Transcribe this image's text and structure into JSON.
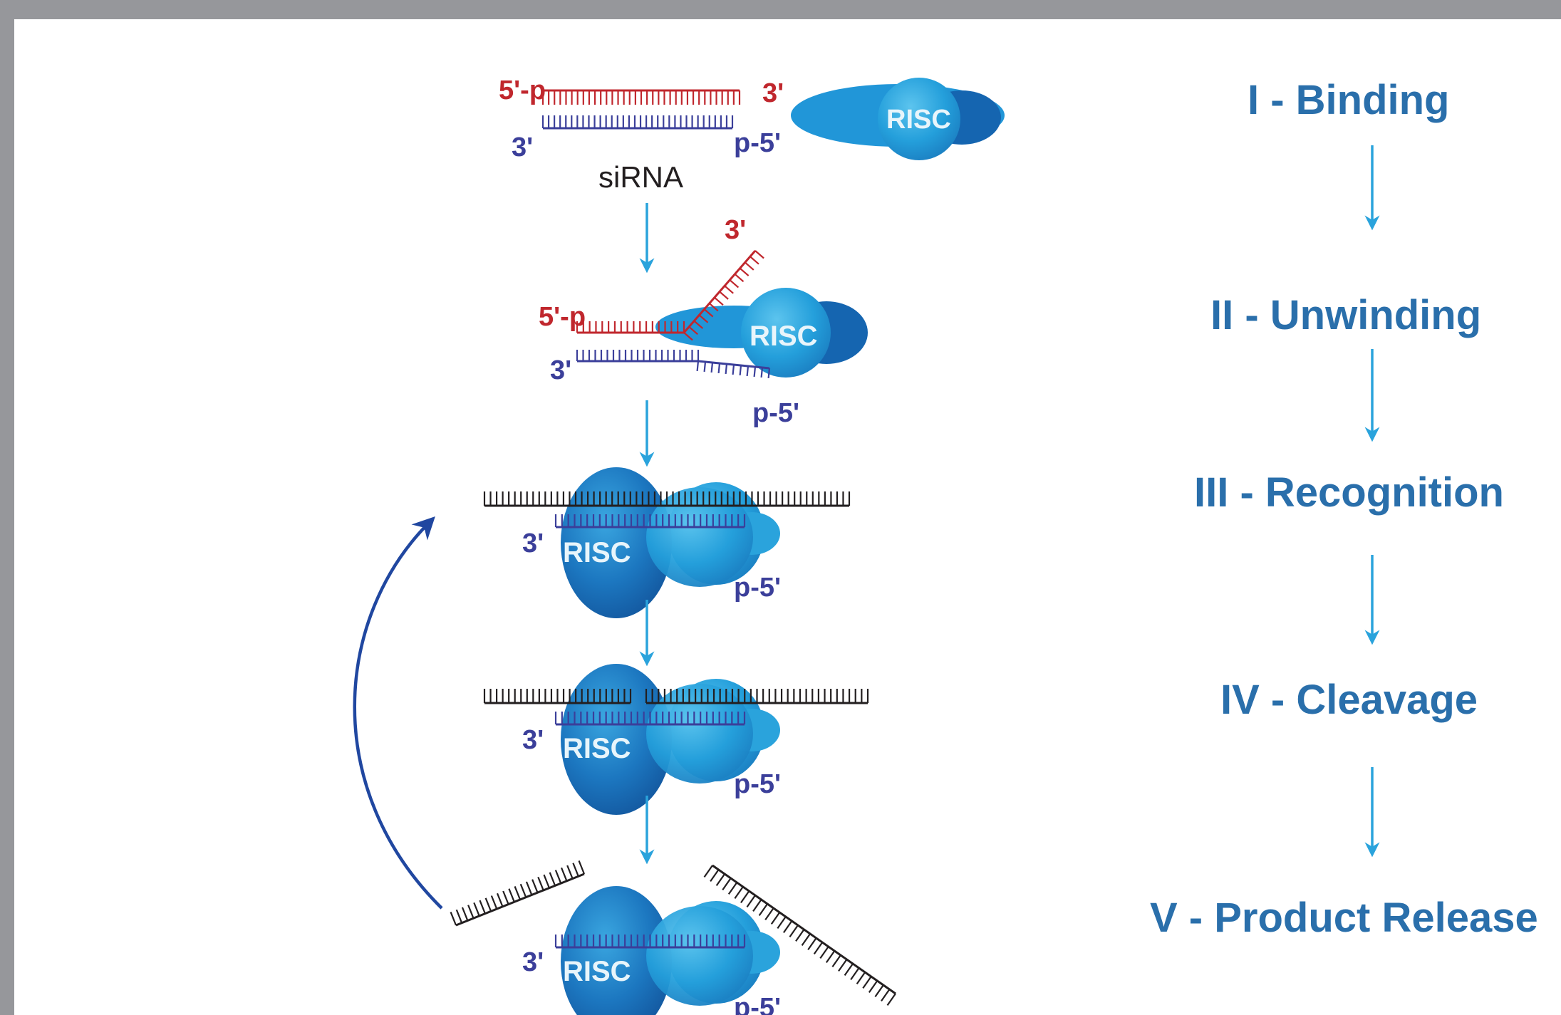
{
  "colors": {
    "sense_strand": "#c0272d",
    "antisense_strand": "#3b3f9a",
    "target_mrna": "#231f20",
    "risc_light": "#2aa3dc",
    "risc_dark": "#1565b0",
    "arrow": "#2aa3dc",
    "recycle_arrow": "#2047a0",
    "step_text": "#2a6fab"
  },
  "diagram": {
    "strand_labels": {
      "five_p": "5'-p",
      "three_prime": "3'",
      "p_five": "p-5'"
    },
    "sirna_label": "siRNA",
    "complex_label": "RISC"
  },
  "steps": [
    {
      "label": "I - Binding"
    },
    {
      "label": "II - Unwinding"
    },
    {
      "label": "III - Recognition"
    },
    {
      "label": "IV - Cleavage"
    },
    {
      "label": "V - Product Release"
    }
  ]
}
